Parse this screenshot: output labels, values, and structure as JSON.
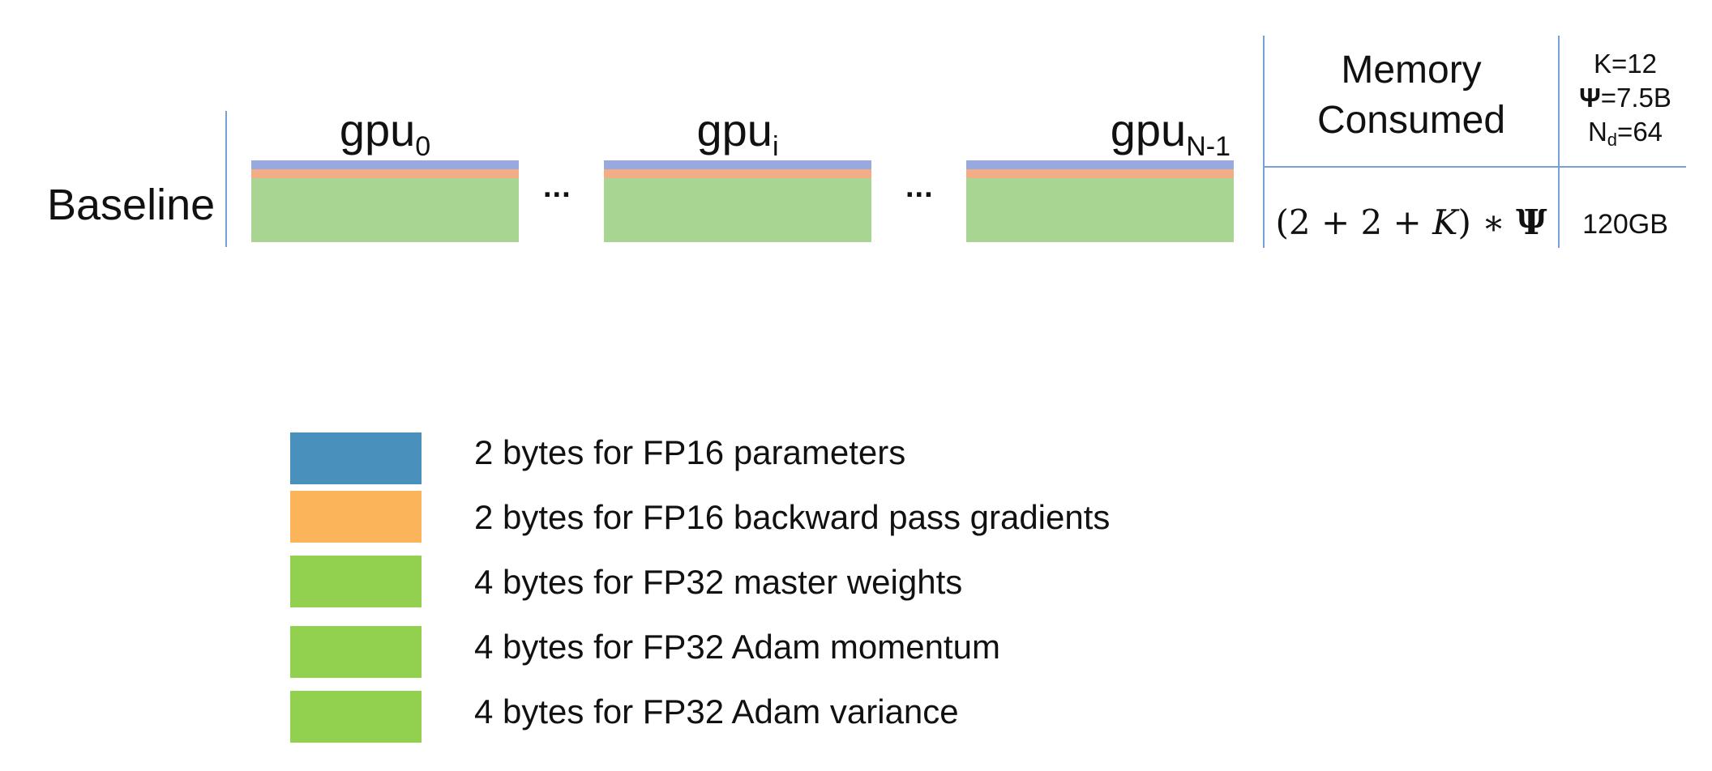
{
  "row_label": "Baseline",
  "gpus": [
    {
      "name": "gpu",
      "sub": "0"
    },
    {
      "name": "gpu",
      "sub": "i"
    },
    {
      "name": "gpu",
      "sub": "N-1"
    }
  ],
  "ellipsis": "...",
  "table": {
    "memory_header_line1": "Memory",
    "memory_header_line2": "Consumed",
    "params": {
      "k": "K=12",
      "psi_symbol": "Ψ",
      "psi_value": "=7.5B",
      "nd_base": "N",
      "nd_sub": "d",
      "nd_value": "=64"
    },
    "formula": {
      "open": "(2 + 2 + ",
      "k": "K",
      "close": ") ∗ ",
      "psi": "Ψ"
    },
    "total": "120GB"
  },
  "legend": [
    {
      "label": "2 bytes for FP16 parameters",
      "color": "#4a90bd"
    },
    {
      "label": "2 bytes for FP16 backward pass gradients",
      "color": "#fbb45a"
    },
    {
      "label": "4 bytes for FP32 master weights",
      "color": "#92d050"
    },
    {
      "label": "4 bytes for FP32 Adam momentum",
      "color": "#92d050"
    },
    {
      "label": "4 bytes for FP32 Adam variance",
      "color": "#92d050"
    }
  ],
  "colors": {
    "fp16_params_bar": "#98a9e0",
    "fp16_grads_bar": "#f3ad86",
    "fp32_states_bar": "#a8d591",
    "divider": "#7a9ed6"
  }
}
